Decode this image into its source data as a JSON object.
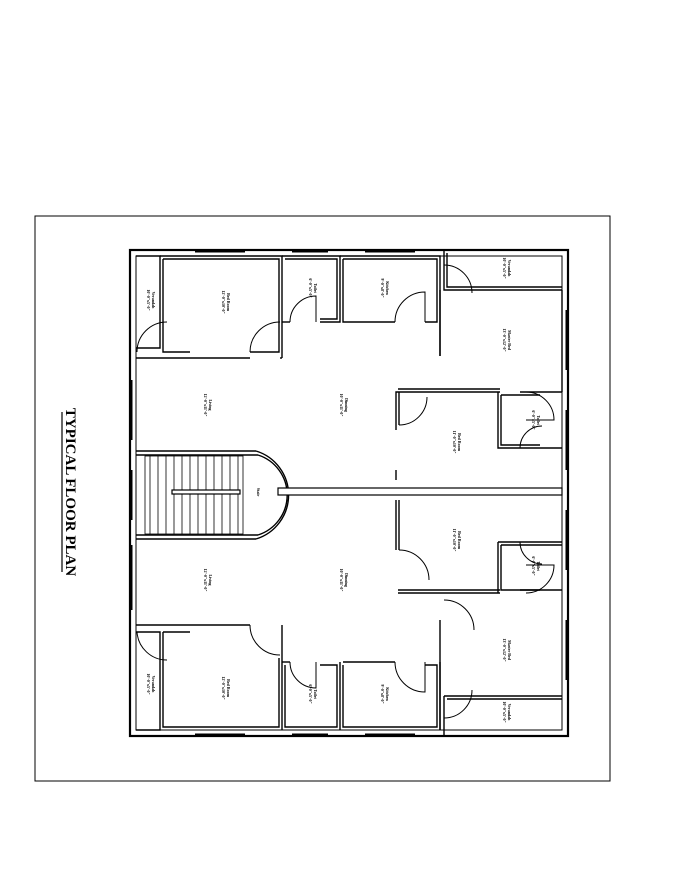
{
  "drawing": {
    "title": "TYPICAL FLOOR PLAN"
  },
  "rooms": {
    "verandah_top_left": "Verandah",
    "verandah_top_left_size": "10'-0\"x5'-0\"",
    "bedroom_top": "Bed Room",
    "bedroom_top_size": "12'-0\"x10'-0\"",
    "toilet_top": "Toilet",
    "toilet_top_size": "6'-0\"x5'-0\"",
    "kitchen_top": "Kitchen",
    "kitchen_top_size": "9'-0\"x8'-0\"",
    "verandah_top_right": "Verandah",
    "verandah_top_right_size": "10'-0\"x5'-0\"",
    "master_bed_top": "Master Bed",
    "master_bed_top_size": "13'-0\"x12'-0\"",
    "living_top": "Living",
    "living_top_size": "12'-0\"x11'-0\"",
    "dinning_top": "Dinning",
    "dinning_top_size": "10'-0\"x11'-0\"",
    "toilet_right_top": "Toilet",
    "toilet_right_top_size": "6'-0\"x5'-0\"",
    "bedroom_right_top": "Bed Room",
    "bedroom_right_top_size": "11'-0\"x10'-0\"",
    "stair": "Stair",
    "bedroom_right_bottom": "Bed Room",
    "bedroom_right_bottom_size": "11'-0\"x10'-0\"",
    "toilet_right_bottom": "Toilet",
    "toilet_right_bottom_size": "6'-0\"x5'-0\"",
    "living_bottom": "Living",
    "living_bottom_size": "12'-0\"x11'-0\"",
    "dinning_bottom": "Dinning",
    "dinning_bottom_size": "10'-0\"x11'-0\"",
    "master_bed_bottom": "Master Bed",
    "master_bed_bottom_size": "13'-0\"x12'-0\"",
    "verandah_bottom_left": "Verandah",
    "verandah_bottom_left_size": "10'-0\"x5'-0\"",
    "bedroom_bottom": "Bed Room",
    "bedroom_bottom_size": "12'-0\"x10'-0\"",
    "toilet_bottom": "Toilet",
    "toilet_bottom_size": "6'-0\"x5'-0\"",
    "kitchen_bottom": "Kitchen",
    "kitchen_bottom_size": "9'-0\"x8'-0\"",
    "verandah_bottom_right": "Verandah",
    "verandah_bottom_right_size": "10'-0\"x5'-0\""
  }
}
